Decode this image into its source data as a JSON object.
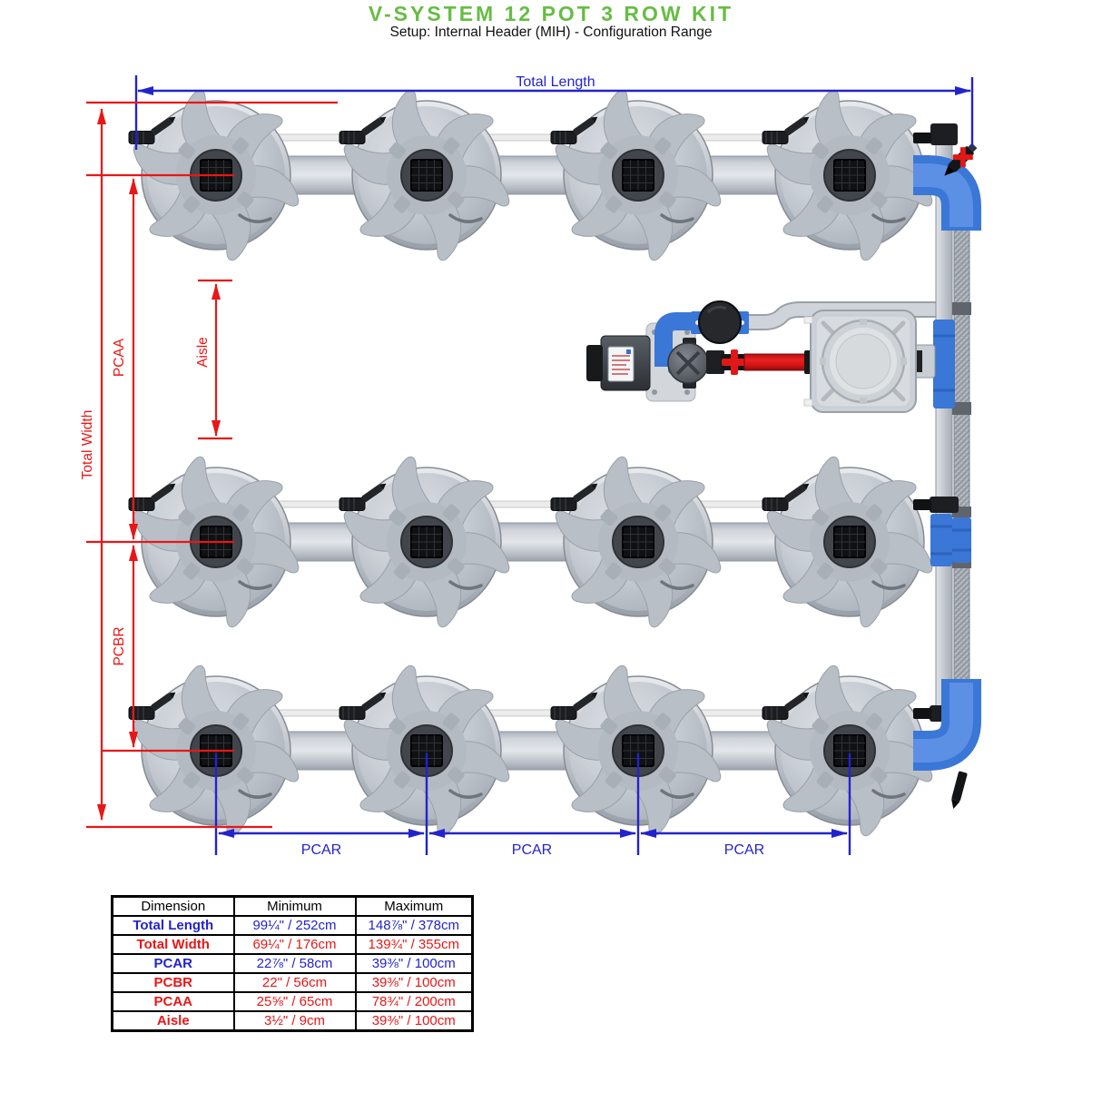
{
  "title": "V-SYSTEM 12 POT 3 ROW KIT",
  "subtitle": "Setup: Internal Header (MIH) - Configuration Range",
  "colors": {
    "title_green": "#66bd43",
    "accent_blue": "#2323cd",
    "accent_red": "#e81717",
    "pipe_blue": "#3a77d6",
    "valve_red": "#e01818"
  },
  "diagram": {
    "pot_count": 12,
    "row_count": 3,
    "pots_per_row": 4,
    "labels": {
      "total_length": "Total Length",
      "total_width": "Total Width",
      "pcaa": "PCAA",
      "pcbr": "PCBR",
      "aisle": "Aisle",
      "pcar": "PCAR"
    }
  },
  "table": {
    "headers": [
      "Dimension",
      "Minimum",
      "Maximum"
    ],
    "rows": [
      {
        "dimension": "Total Length",
        "minimum": "99¼\" / 252cm",
        "maximum": "148⅞\" / 378cm",
        "accent": "blue"
      },
      {
        "dimension": "Total Width",
        "minimum": "69¼\" / 176cm",
        "maximum": "139¾\" / 355cm",
        "accent": "red"
      },
      {
        "dimension": "PCAR",
        "minimum": "22⅞\" / 58cm",
        "maximum": "39⅜\" / 100cm",
        "accent": "blue"
      },
      {
        "dimension": "PCBR",
        "minimum": "22\" / 56cm",
        "maximum": "39⅜\" / 100cm",
        "accent": "red"
      },
      {
        "dimension": "PCAA",
        "minimum": "25⅝\" / 65cm",
        "maximum": "78¾\" / 200cm",
        "accent": "red"
      },
      {
        "dimension": "Aisle",
        "minimum": "3½\" / 9cm",
        "maximum": "39⅜\" / 100cm",
        "accent": "red"
      }
    ]
  }
}
